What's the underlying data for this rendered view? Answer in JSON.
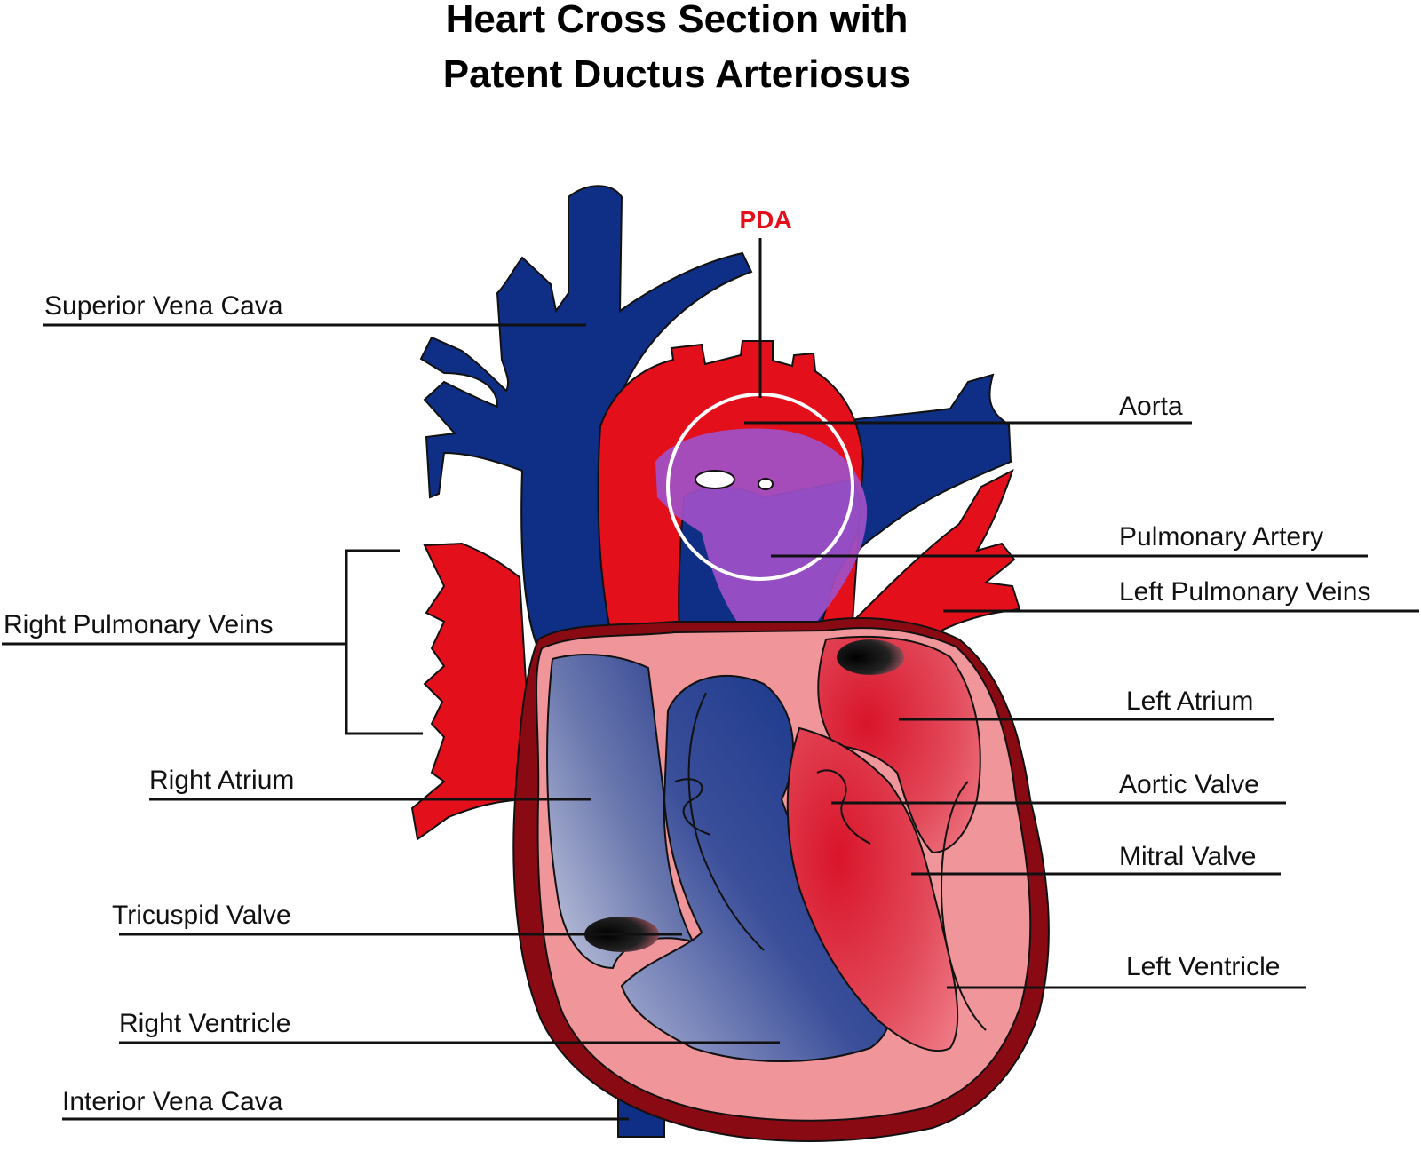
{
  "title": {
    "line1": "Heart Cross Section with",
    "line2": "Patent Ductus Arteriosus"
  },
  "pda_label": "PDA",
  "labels": {
    "superior_vena_cava": "Superior Vena Cava",
    "right_pulmonary_veins": "Right Pulmonary Veins",
    "right_atrium": "Right Atrium",
    "tricuspid_valve": "Tricuspid Valve",
    "right_ventricle": "Right Ventricle",
    "interior_vena_cava": "Interior Vena Cava",
    "aorta": "Aorta",
    "pulmonary_artery": "Pulmonary Artery",
    "left_pulmonary_veins": "Left Pulmonary Veins",
    "left_atrium": "Left Atrium",
    "aortic_valve": "Aortic Valve",
    "mitral_valve": "Mitral Valve",
    "left_ventricle": "Left Ventricle"
  },
  "colors": {
    "oxygenated": "#e3101c",
    "deoxygenated": "#0f2f86",
    "mixed": "#a050c8",
    "heart_wall": "#f0969a",
    "outer_wall": "#8a0a14",
    "pda_circle": "#ffffff"
  },
  "icons": [
    "heart-illustration",
    "pda-highlight-circle"
  ]
}
